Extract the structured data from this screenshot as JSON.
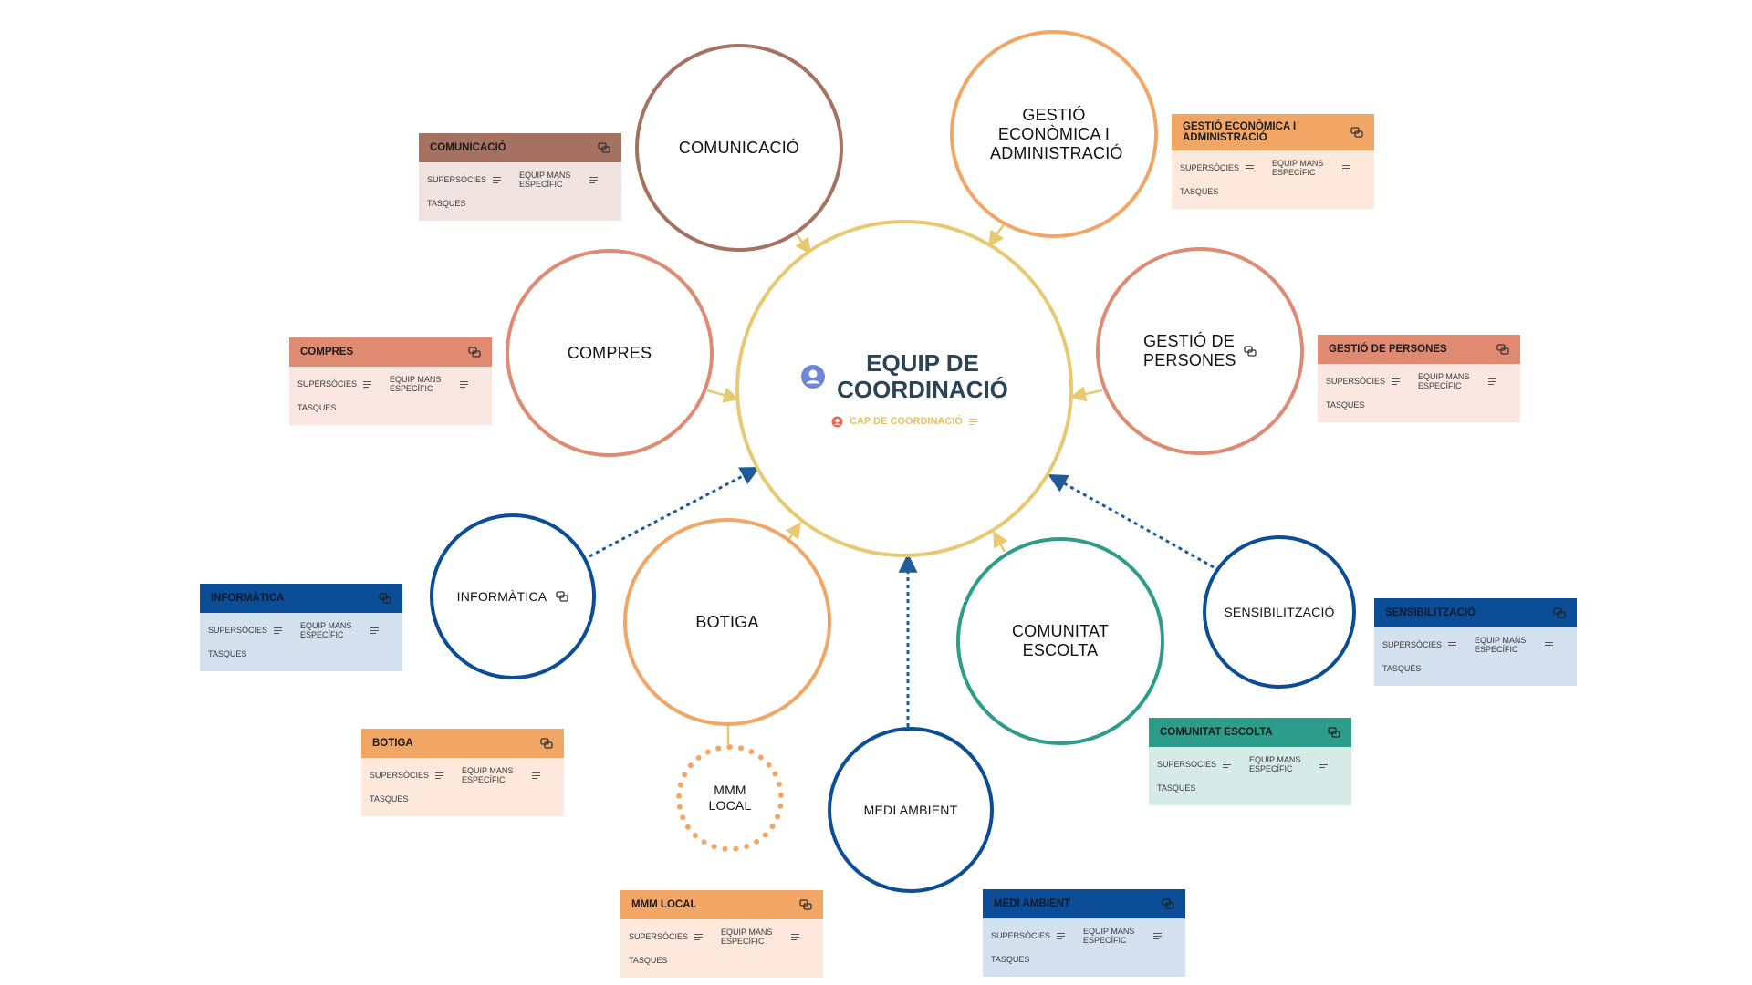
{
  "colors": {
    "center_border": "#e8c970",
    "arrow_solid": "#e8c970",
    "arrow_dotted": "#1d5b99",
    "center_title": "#2b4356",
    "center_sub": "#e2c263",
    "center_person_icon": "#6e86d8",
    "sub_person_icon": "#e06b5a"
  },
  "center": {
    "title_line1": "EQUIP DE",
    "title_line2": "COORDINACIÓ",
    "subtitle": "CAP DE COORDINACIÓ",
    "icon": "person-circle-icon"
  },
  "circles": [
    {
      "id": "comunicacio",
      "label": "COMUNICACIÓ",
      "color": "#a57261"
    },
    {
      "id": "gestio-economica",
      "label": "GESTIÓ ECONÒMICA I ADMINISTRACIÓ",
      "color": "#f2a666"
    },
    {
      "id": "compres",
      "label": "COMPRES",
      "color": "#e08a72"
    },
    {
      "id": "gestio-persones",
      "label": "GESTIÓ DE PERSONES",
      "color": "#e08a72"
    },
    {
      "id": "informatica",
      "label": "INFORMÀTICA",
      "color": "#0b4d97"
    },
    {
      "id": "botiga",
      "label": "BOTIGA",
      "color": "#f2a666"
    },
    {
      "id": "comunitat-escolta",
      "label": "COMUNITAT ESCOLTA",
      "color": "#2e9c8a"
    },
    {
      "id": "sensibilitzacio",
      "label": "SENSIBILITZACIÓ",
      "color": "#0b4d97"
    },
    {
      "id": "medi-ambient",
      "label": "MEDI AMBIENT",
      "color": "#0b4d97"
    },
    {
      "id": "mmm-local",
      "label": "MMM LOCAL",
      "color": "#f2a666"
    }
  ],
  "cards": [
    {
      "id": "comunicacio",
      "title": "COMUNICACIÓ",
      "header_color": "#a57261",
      "body_color": "#f1e4e0"
    },
    {
      "id": "gestio-economica",
      "title": "GESTIÓ ECONÒMICA I ADMINISTRACIÓ",
      "header_color": "#f2a666",
      "body_color": "#fde9dc"
    },
    {
      "id": "compres",
      "title": "COMPRES",
      "header_color": "#e08a72",
      "body_color": "#f9e6e0"
    },
    {
      "id": "gestio-persones",
      "title": "GESTIÓ DE PERSONES",
      "header_color": "#e08a72",
      "body_color": "#f9e6e0"
    },
    {
      "id": "informatica",
      "title": "INFORMÀTICA",
      "header_color": "#0b4d97",
      "body_color": "#d3e0ee"
    },
    {
      "id": "sensibilitzacio",
      "title": "SENSIBILITZACIÓ",
      "header_color": "#0b4d97",
      "body_color": "#d3e0ee"
    },
    {
      "id": "botiga",
      "title": "BOTIGA",
      "header_color": "#f2a666",
      "body_color": "#fde9dc"
    },
    {
      "id": "comunitat-escolta",
      "title": "COMUNITAT ESCOLTA",
      "header_color": "#2e9c8a",
      "body_color": "#d6ebe6"
    },
    {
      "id": "mmm-local",
      "title": "MMM LOCAL",
      "header_color": "#f2a666",
      "body_color": "#fde9dc"
    },
    {
      "id": "medi-ambient",
      "title": "MEDI AMBIENT",
      "header_color": "#0b4d97",
      "body_color": "#d3e0ee"
    }
  ],
  "card_fields": {
    "field1": "SUPERSÒCIES",
    "field2": "EQUIP MANS ESPECÍFIC",
    "field3": "TASQUES"
  }
}
